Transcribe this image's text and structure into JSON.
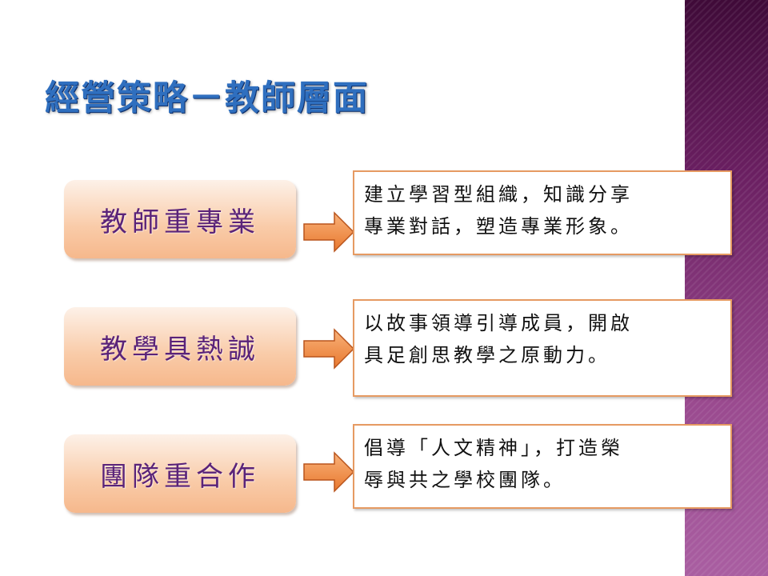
{
  "slide": {
    "title": "經營策略－教師層面",
    "rows": [
      {
        "label": "教師重專業",
        "lines": [
          "建立學習型組織，知識分享",
          "專業對話，塑造專業形象。"
        ]
      },
      {
        "label": "教學具熱誠",
        "lines": [
          "以故事領導引導成員，開啟",
          "具足創思教學之原動力。"
        ]
      },
      {
        "label": "團隊重合作",
        "lines": [
          "倡導「人文精神」，打造榮",
          "辱與共之學校團隊。"
        ]
      }
    ]
  }
}
